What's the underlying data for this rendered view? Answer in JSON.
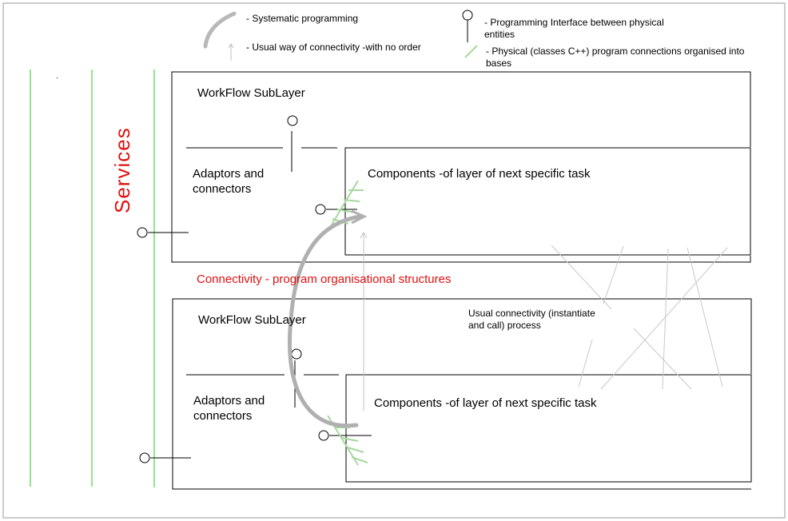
{
  "legend": {
    "systematic": "- Systematic programming",
    "usual_way": "- Usual way of connectivity -with no order",
    "interface": "- Programming Interface between physical\n  entities",
    "physical": "- Physical (classes C++) program connections organised into\n  bases"
  },
  "services_label": "Services",
  "layer_top": {
    "workflow": "WorkFlow SubLayer",
    "adaptors": "Adaptors and\nconnectors",
    "components": "Components -of layer of next specific task"
  },
  "connectivity_title": "Connectivity - program organisational structures",
  "layer_bottom": {
    "workflow": "WorkFlow SubLayer",
    "adaptors": "Adaptors and\nconnectors",
    "components": "Components -of layer of next specific task",
    "usual_connectivity": "Usual connectivity (instantiate\nand call) process"
  },
  "colors": {
    "service_lines": "#22cc22",
    "red_text": "#e01010",
    "systematic_arrow": "#b0b0b0",
    "usual_arrow": "#c0c0c0",
    "physical_connection": "#a8d8a0",
    "scribble": "#c8c8c8"
  }
}
